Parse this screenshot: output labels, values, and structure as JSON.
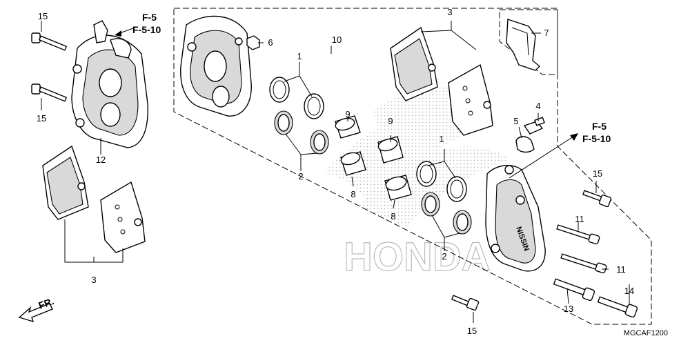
{
  "callouts": {
    "c1a": "1",
    "c1b": "1",
    "c2a": "2",
    "c2b": "2",
    "c3a": "3",
    "c3b": "3",
    "c4": "4",
    "c5": "5",
    "c6": "6",
    "c7": "7",
    "c8a": "8",
    "c8b": "8",
    "c9a": "9",
    "c9b": "9",
    "c10": "10",
    "c11a": "11",
    "c11b": "11",
    "c12": "12",
    "c13": "13",
    "c14": "14",
    "c15a": "15",
    "c15b": "15",
    "c15c": "15",
    "c15d": "15"
  },
  "refs": {
    "top_left_a": "F-5",
    "top_left_b": "F-5-10",
    "right_a": "F-5",
    "right_b": "F-5-10"
  },
  "direction_label": "FR.",
  "diagram_code": "MGCAF1200",
  "watermark_text": "HONDA",
  "icons": [
    "bolt-icon",
    "caliper-icon",
    "brake-pad-icon",
    "piston-icon",
    "seal-icon",
    "pad-spring-icon",
    "bleeder-valve-icon",
    "front-arrow-icon",
    "wing-logo-watermark"
  ]
}
